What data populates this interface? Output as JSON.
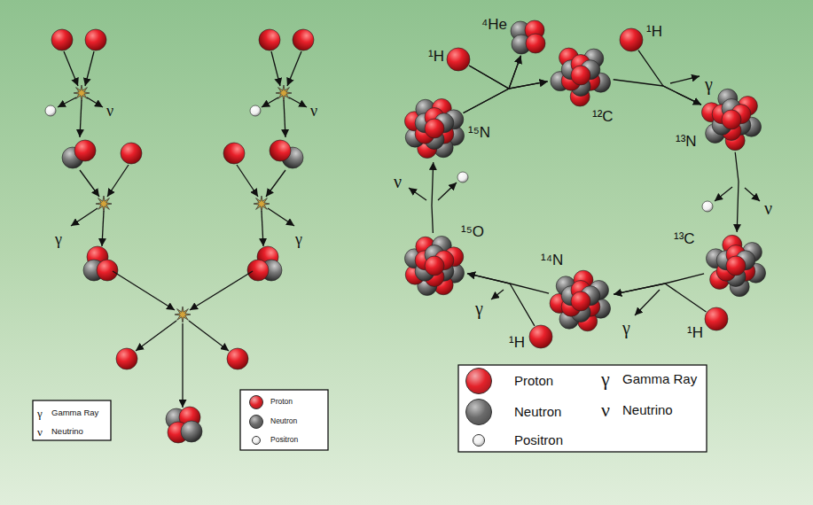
{
  "diagram": {
    "nodes": [
      {
        "text": [
          "¹H"
        ]
      },
      {
        "text": [
          "⁴He"
        ]
      },
      {
        "text": [
          "¹²C"
        ]
      },
      {
        "text": [
          "¹H"
        ]
      },
      {
        "text": [
          "¹³N"
        ]
      },
      {
        "text": [
          "¹⁵N"
        ]
      },
      {
        "text": [
          "¹³C"
        ]
      },
      {
        "text": [
          "¹⁴N"
        ]
      },
      {
        "text": [
          "¹⁵O"
        ]
      },
      {
        "text": [
          "¹H"
        ]
      },
      {
        "text": [
          "¹H"
        ]
      }
    ],
    "edges": [
      {
        "from": 0,
        "to": 1,
        "arrow": "to"
      },
      {
        "from": 0,
        "to": 2,
        "arrow": "to"
      },
      {
        "from": 5,
        "to": 1,
        "arrow": "to"
      },
      {
        "from": 5,
        "to": 2,
        "arrow": "to"
      },
      {
        "from": 2,
        "to": 4,
        "arrow": "to"
      },
      {
        "from": 3,
        "to": 4,
        "arrow": "to"
      },
      {
        "from": 4,
        "to": 6,
        "arrow": "to"
      },
      {
        "from": 6,
        "to": 7,
        "arrow": "to"
      },
      {
        "from": 9,
        "to": 7,
        "arrow": "to"
      },
      {
        "from": 7,
        "to": 8,
        "arrow": "to"
      },
      {
        "from": 10,
        "to": 8,
        "arrow": "to"
      },
      {
        "from": 8,
        "to": 5,
        "arrow": "to"
      }
    ],
    "labels": [
      "ν",
      "ν",
      "γ",
      "γ",
      "γ",
      "ν",
      "ν",
      "γ",
      "γ",
      "γ",
      "ν",
      "γ",
      "ν"
    ],
    "legend": [
      {
        "text": "Gamma Ray"
      },
      {
        "text": "Neutrino"
      },
      {
        "text": "Proton",
        "color": "#e3222a"
      },
      {
        "text": "Neutron",
        "color": "#6b6b6b"
      },
      {
        "text": "Positron",
        "color": "#f2f2f2"
      },
      {
        "text": "Proton",
        "color": "#e3222a"
      },
      {
        "text": "Neutron",
        "color": "#6b6b6b"
      },
      {
        "text": "Positron",
        "color": "#f2f2f2"
      },
      {
        "text": "Gamma Ray"
      },
      {
        "text": "Neutrino"
      }
    ]
  }
}
